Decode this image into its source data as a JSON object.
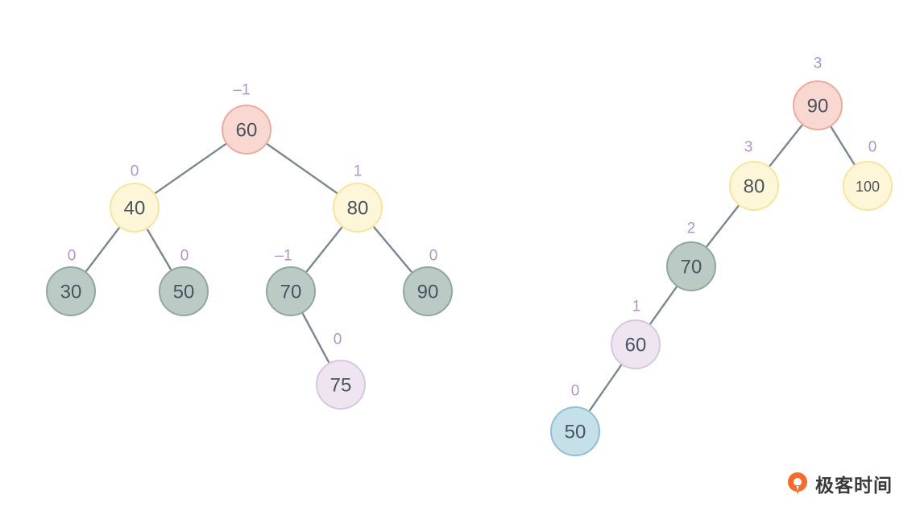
{
  "colors": {
    "red": {
      "fill": "#f9d8d2",
      "stroke": "#eeaa9c"
    },
    "yellow": {
      "fill": "#fdf6d8",
      "stroke": "#f6e59e"
    },
    "gray": {
      "fill": "#bccac6",
      "stroke": "#8fa7a2"
    },
    "purple": {
      "fill": "#efe5f1",
      "stroke": "#d9c7e0"
    },
    "blue": {
      "fill": "#c6e0ea",
      "stroke": "#8fc0d4"
    },
    "edge": "#7d8794",
    "balance": "#b493c8"
  },
  "left_tree": {
    "nodes": [
      {
        "id": "l60",
        "value": "60",
        "balance": "–1",
        "color": "red"
      },
      {
        "id": "l40",
        "value": "40",
        "balance": "0",
        "color": "yellow"
      },
      {
        "id": "l80",
        "value": "80",
        "balance": "1",
        "color": "yellow"
      },
      {
        "id": "l30",
        "value": "30",
        "balance": "0",
        "color": "gray"
      },
      {
        "id": "l50",
        "value": "50",
        "balance": "0",
        "color": "gray"
      },
      {
        "id": "l70",
        "value": "70",
        "balance": "–1",
        "color": "gray"
      },
      {
        "id": "l90",
        "value": "90",
        "balance": "0",
        "color": "gray"
      },
      {
        "id": "l75",
        "value": "75",
        "balance": "0",
        "color": "purple"
      }
    ],
    "edges": [
      [
        "l60",
        "l40"
      ],
      [
        "l60",
        "l80"
      ],
      [
        "l40",
        "l30"
      ],
      [
        "l40",
        "l50"
      ],
      [
        "l80",
        "l70"
      ],
      [
        "l80",
        "l90"
      ],
      [
        "l70",
        "l75"
      ]
    ]
  },
  "right_tree": {
    "nodes": [
      {
        "id": "r90",
        "value": "90",
        "balance": "3",
        "color": "red"
      },
      {
        "id": "r80",
        "value": "80",
        "balance": "3",
        "color": "yellow"
      },
      {
        "id": "r100",
        "value": "100",
        "balance": "0",
        "color": "yellow"
      },
      {
        "id": "r70",
        "value": "70",
        "balance": "2",
        "color": "gray"
      },
      {
        "id": "r60",
        "value": "60",
        "balance": "1",
        "color": "purple"
      },
      {
        "id": "r50",
        "value": "50",
        "balance": "0",
        "color": "blue"
      }
    ],
    "edges": [
      [
        "r90",
        "r80"
      ],
      [
        "r90",
        "r100"
      ],
      [
        "r80",
        "r70"
      ],
      [
        "r70",
        "r60"
      ],
      [
        "r60",
        "r50"
      ]
    ]
  },
  "logo": {
    "text": "极客时间",
    "icon": "geektime-logo-icon",
    "color": "#f46b2a"
  }
}
